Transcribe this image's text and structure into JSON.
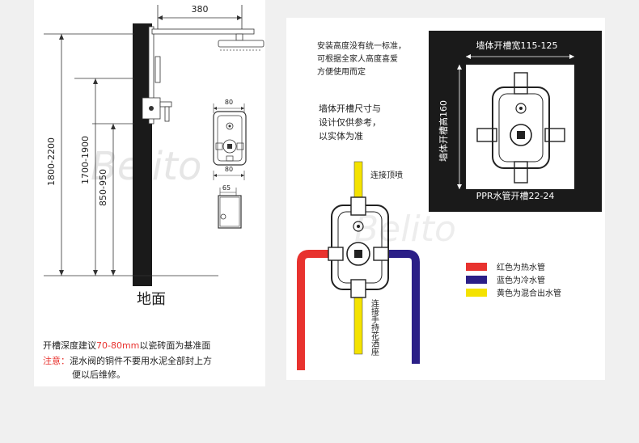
{
  "watermark": "Belito",
  "left": {
    "top_dimension": "380",
    "heights": [
      "1800-2200",
      "1700-1900",
      "850-950"
    ],
    "box_width_1": "80",
    "box_width_2": "80",
    "box_depth": "65",
    "floor_label": "地面",
    "note_prefix": "开槽深度建议",
    "note_highlight": "70-80mm",
    "note_suffix": "以瓷砖面为基准面",
    "warning_label": "注意：",
    "warning_line1": "混水阀的铜件不要用水泥全部封上方",
    "warning_line2": "便以后维修。"
  },
  "right": {
    "install_note": [
      "安装高度没有统一标准，",
      "可根据全家人高度喜爱",
      "方便使用而定"
    ],
    "slot_note": [
      "墙体开槽尺寸与",
      "设计仅供参考，",
      "以实体为准"
    ],
    "top_label": "连接顶喷",
    "bottom_label": "连接手持花洒座",
    "slot_width": "墙体开槽宽115-125",
    "slot_height": "墙体开槽高160",
    "ppr_label": "PPR水管开槽22-24",
    "legend": [
      {
        "color": "#e8322e",
        "label": "红色为热水管"
      },
      {
        "color": "#2b1f87",
        "label": "蓝色为冷水管"
      },
      {
        "color": "#f4e200",
        "label": "黄色为混合出水管"
      }
    ],
    "colors": {
      "hot": "#e8322e",
      "cold": "#2b1f87",
      "mixed": "#f4e200"
    }
  }
}
